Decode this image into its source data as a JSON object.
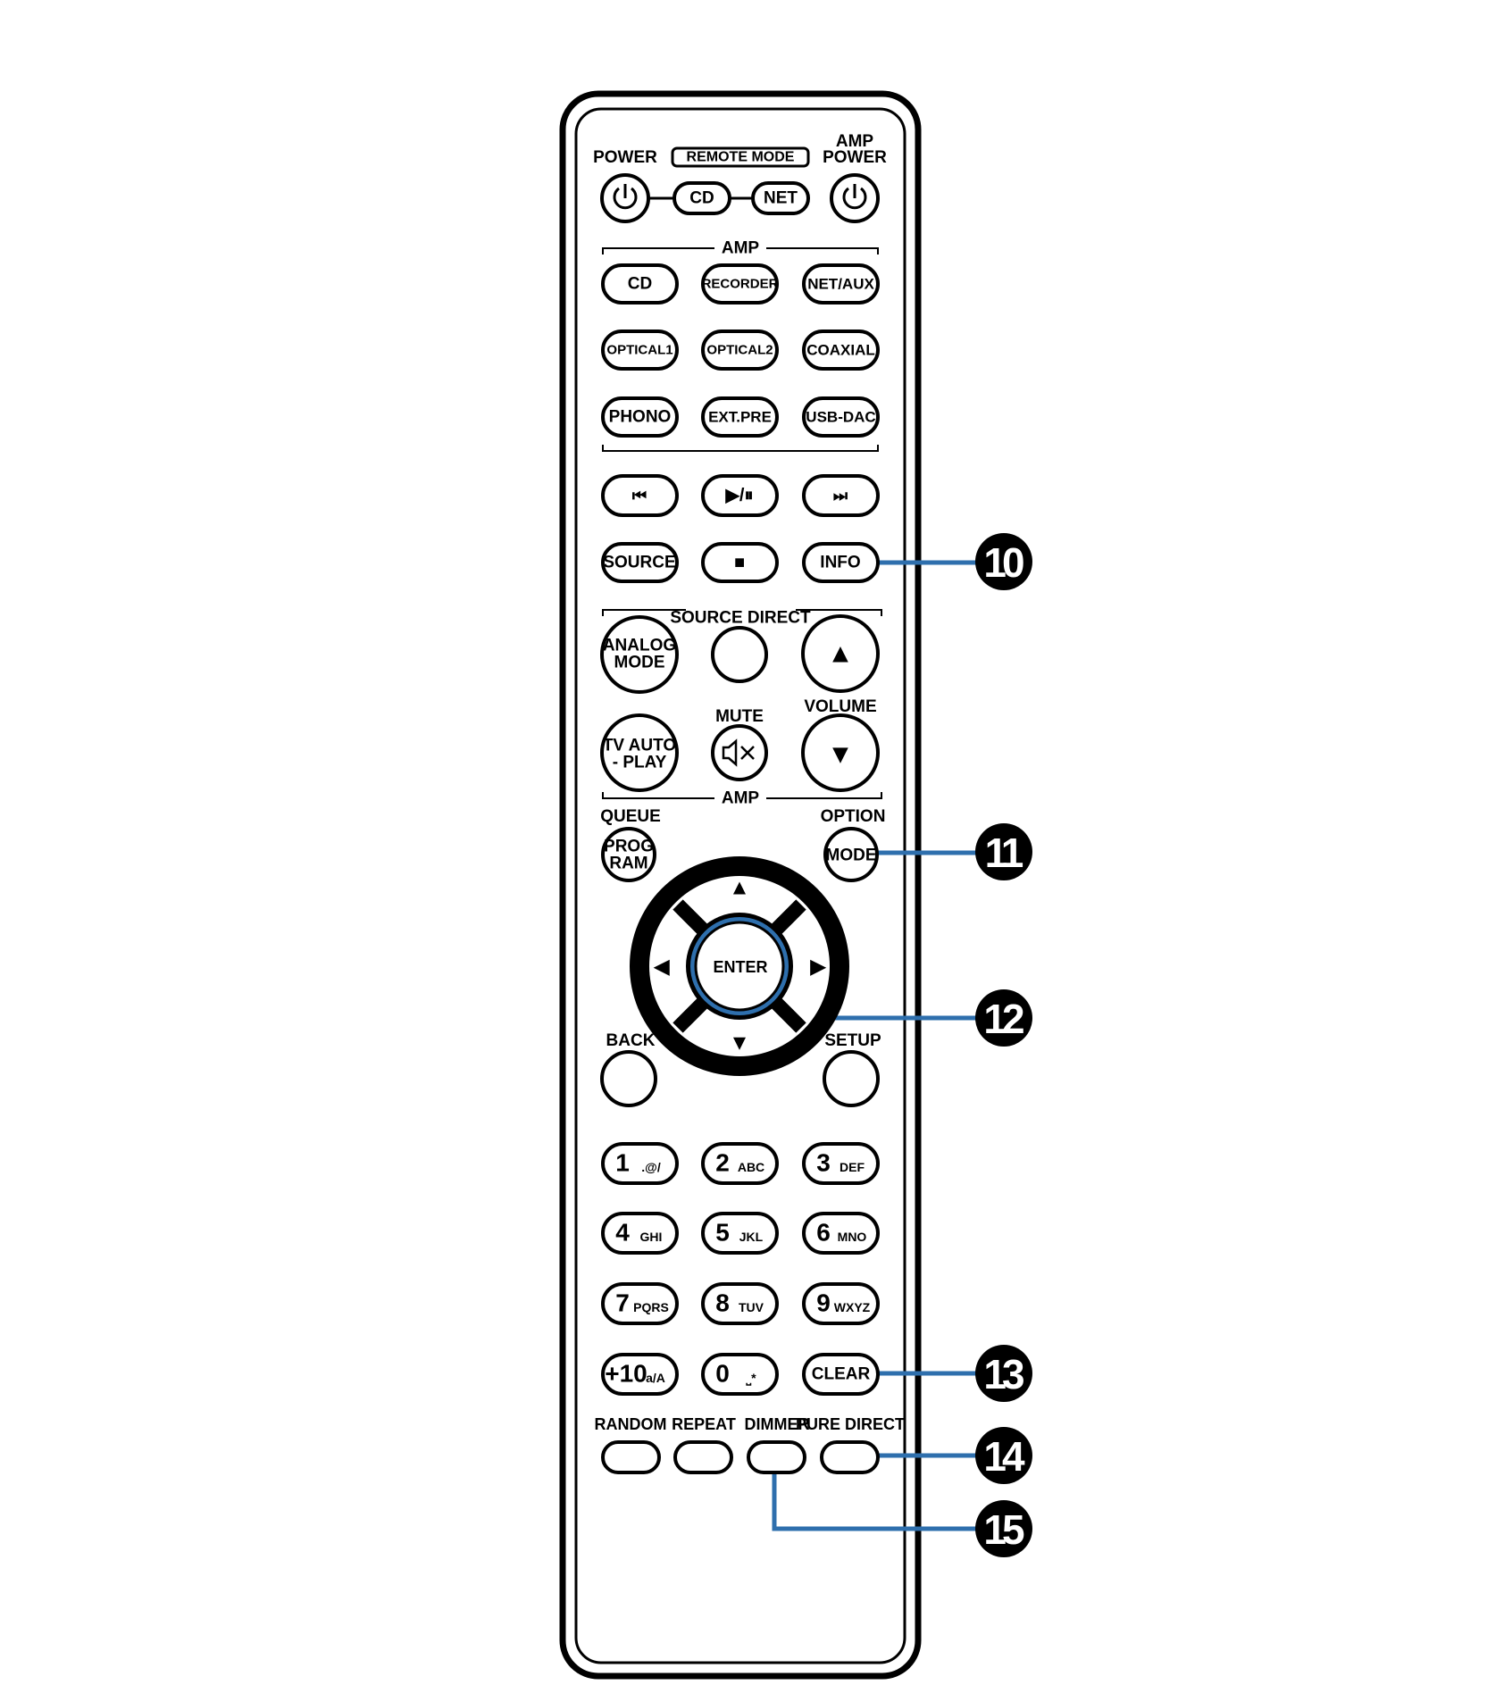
{
  "remote": {
    "top": {
      "power_label": "POWER",
      "remote_mode_label": "REMOTE MODE",
      "amp_power_label_1": "AMP",
      "amp_power_label_2": "POWER",
      "cd_label": "CD",
      "net_label": "NET"
    },
    "amp_group_label": "AMP",
    "inputs": [
      "CD",
      "RECORDER",
      "NET/AUX",
      "OPTICAL1",
      "OPTICAL2",
      "COAXIAL",
      "PHONO",
      "EXT.PRE",
      "USB-DAC"
    ],
    "transport": {
      "prev_glyph": "⏮",
      "play_pause_glyph": "▶/⏸",
      "next_glyph": "⏭",
      "stop_glyph": "■"
    },
    "source_label": "SOURCE",
    "info_label": "INFO",
    "source_direct_label": "SOURCE DIRECT",
    "analog_mode_1": "ANALOG",
    "analog_mode_2": "MODE",
    "volume_up_glyph": "▲",
    "volume_label": "VOLUME",
    "volume_down_glyph": "▼",
    "mute_label": "MUTE",
    "mute_glyph": "🔇",
    "tv_auto_1": "TV AUTO",
    "tv_auto_2": "- PLAY",
    "amp_group_label_2": "AMP",
    "queue_label": "QUEUE",
    "program_1": "PROG",
    "program_2": "RAM",
    "option_label": "OPTION",
    "mode_label": "MODE",
    "nav": {
      "up": "▲",
      "down": "▼",
      "left": "◀",
      "right": "▶",
      "enter": "ENTER"
    },
    "back_label": "BACK",
    "setup_label": "SETUP",
    "numpad": [
      {
        "num": "1",
        "sub": ".@/"
      },
      {
        "num": "2",
        "sub": "ABC"
      },
      {
        "num": "3",
        "sub": "DEF"
      },
      {
        "num": "4",
        "sub": "GHI"
      },
      {
        "num": "5",
        "sub": "JKL"
      },
      {
        "num": "6",
        "sub": "MNO"
      },
      {
        "num": "7",
        "sub": "PQRS"
      },
      {
        "num": "8",
        "sub": "TUV"
      },
      {
        "num": "9",
        "sub": "WXYZ"
      },
      {
        "num": "+10",
        "sub": "a/A"
      },
      {
        "num": "0",
        "sub": "⎵*"
      },
      {
        "num": "CLEAR",
        "sub": ""
      }
    ],
    "bottom": {
      "random": "RANDOM",
      "repeat": "REPEAT",
      "dimmer": "DIMMER",
      "pure_direct": "PURE DIRECT"
    }
  },
  "callouts": [
    "10",
    "11",
    "12",
    "13",
    "14",
    "15"
  ],
  "colors": {
    "callout_line": "#2e6fad",
    "outline": "#000000",
    "background": "#ffffff"
  }
}
